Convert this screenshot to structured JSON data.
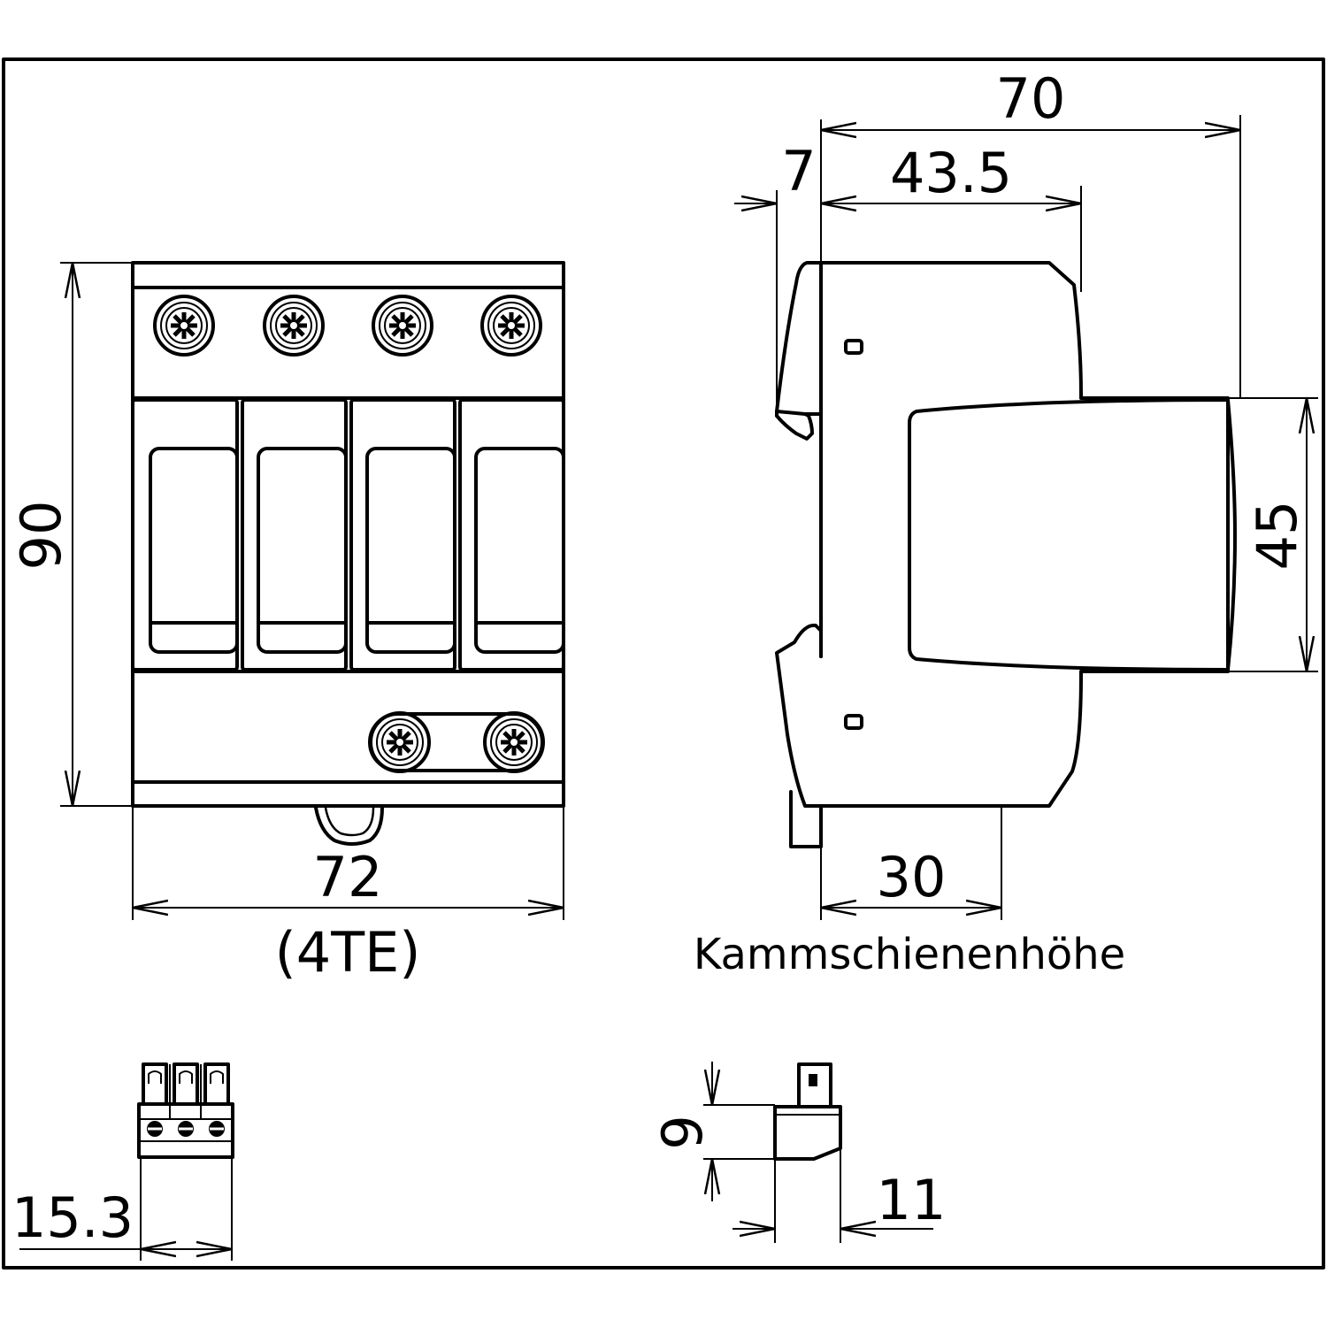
{
  "dimensions": {
    "front_height": "90",
    "front_width": "72",
    "front_width_units": "(4TE)",
    "side_depth_total": "70",
    "side_offset": "7",
    "side_depth_upper": "43.5",
    "side_front_height": "45",
    "side_rail_height": "30",
    "connector_width": "15.3",
    "plug_height": "9",
    "plug_width": "11"
  },
  "labels": {
    "comb_busbar_height": "Kammschienenhöhe"
  },
  "colors": {
    "line": "#000000",
    "background": "#ffffff"
  }
}
